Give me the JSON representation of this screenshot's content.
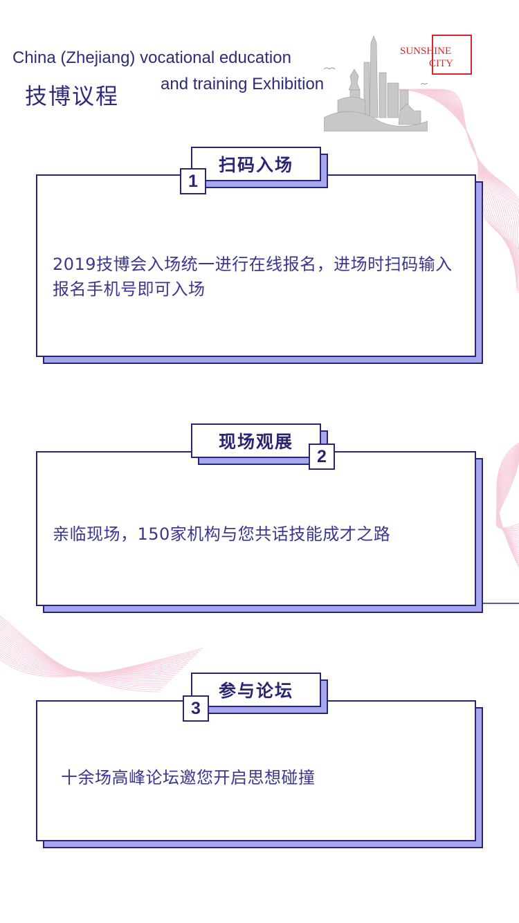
{
  "header": {
    "title_en_line1": "China (Zhejiang) vocational education",
    "title_en_line2": "and training Exhibition",
    "title_cn": "技博议程"
  },
  "logo": {
    "line1": "SUNSHINE",
    "line2": "CITY",
    "color": "#d7262b"
  },
  "sections": [
    {
      "number": "1",
      "title": "扫码入场",
      "text": "2019技博会入场统一进行在线报名，进场时扫码输入报名手机号即可入场"
    },
    {
      "number": "2",
      "title": "现场观展",
      "text": "亲临现场，150家机构与您共话技能成才之路"
    },
    {
      "number": "3",
      "title": "参与论坛",
      "text": "十余场高峰论坛邀您开启思想碰撞"
    }
  ],
  "colors": {
    "primary": "#2a2472",
    "text": "#3b3690",
    "shadow": "#a6a8ef",
    "wave": "#f0a8c4"
  }
}
